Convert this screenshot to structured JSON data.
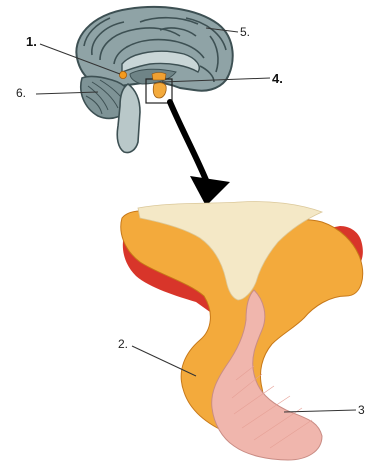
{
  "labels": {
    "l1": "1.",
    "l2": "2.",
    "l3": "3",
    "l4": "4.",
    "l5": "5.",
    "l6": "6."
  },
  "colors": {
    "brain_fill": "#8fa3a6",
    "brain_dark": "#4f6467",
    "brain_light": "#c9d6d7",
    "gland_orange": "#f3aa3c",
    "gland_cream": "#f4e8c6",
    "gland_red": "#d8352a",
    "posterior_pink": "#f0b6ad"
  }
}
